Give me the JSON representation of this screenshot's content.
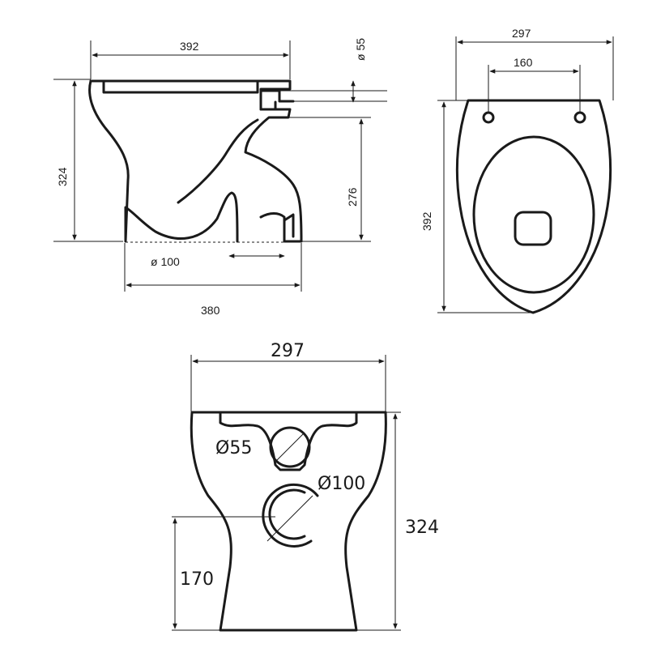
{
  "side_view": {
    "top_width": "392",
    "height": "324",
    "outlet_height": "276",
    "outlet_diameter": "ø 55",
    "base_hole": "ø 100",
    "depth": "380"
  },
  "top_view": {
    "width": "297",
    "hinge_spacing": "160",
    "length": "392"
  },
  "rear_view": {
    "width": "297",
    "height": "324",
    "outlet_height": "170",
    "inlet_diameter": "Ø55",
    "outlet_diameter": "Ø100"
  }
}
